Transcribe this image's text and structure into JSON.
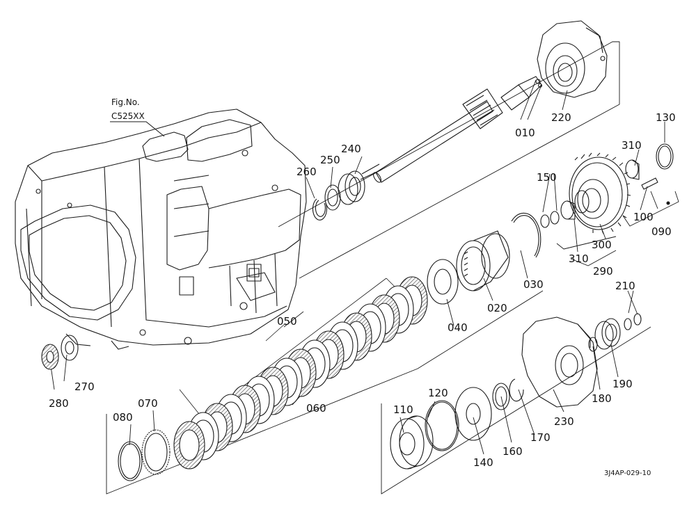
{
  "figure": {
    "fig_no_label": "Fig.No.",
    "fig_no_value": "C525XX",
    "drawing_code": "3J4AP-029-10"
  },
  "part_labels": {
    "p010": "010",
    "p020": "020",
    "p030": "030",
    "p040": "040",
    "p050": "050",
    "p060": "060",
    "p070": "070",
    "p080": "080",
    "p090": "090",
    "p100": "100",
    "p110": "110",
    "p120": "120",
    "p130": "130",
    "p140": "140",
    "p150": "150",
    "p160": "160",
    "p170": "170",
    "p180": "180",
    "p190": "190",
    "p210": "210",
    "p220": "220",
    "p230": "230",
    "p240": "240",
    "p250": "250",
    "p260": "260",
    "p270": "270",
    "p280": "280",
    "p290": "290",
    "p300": "300",
    "p310a": "310",
    "p310b": "310"
  },
  "colors": {
    "line": "#1a1a1a",
    "hatch": "#6a6a6a",
    "paper": "#ffffff"
  }
}
